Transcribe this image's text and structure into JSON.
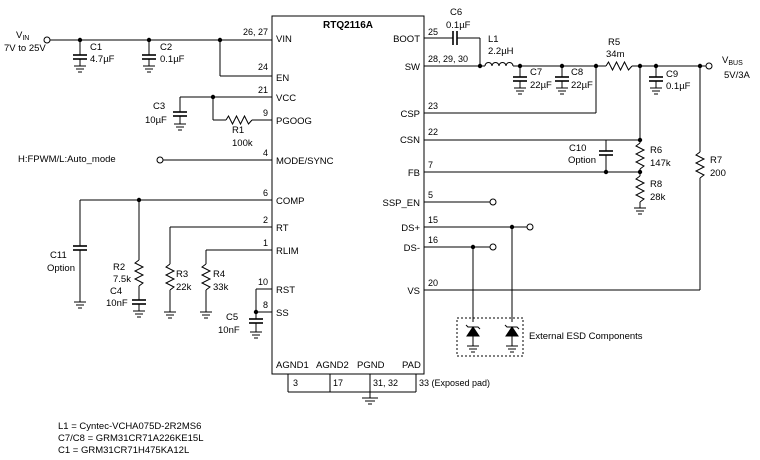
{
  "chip": {
    "name": "RTQ2116A",
    "left_pins": [
      {
        "num": "26, 27",
        "label": "VIN"
      },
      {
        "num": "24",
        "label": "EN"
      },
      {
        "num": "21",
        "label": "VCC"
      },
      {
        "num": "9",
        "label": "PGOOG"
      },
      {
        "num": "4",
        "label": "MODE/SYNC"
      },
      {
        "num": "6",
        "label": "COMP"
      },
      {
        "num": "2",
        "label": "RT"
      },
      {
        "num": "1",
        "label": "RLIM"
      },
      {
        "num": "10",
        "label": "RST"
      },
      {
        "num": "8",
        "label": "SS"
      }
    ],
    "right_pins": [
      {
        "num": "25",
        "label": "BOOT"
      },
      {
        "num": "28, 29, 30",
        "label": "SW"
      },
      {
        "num": "23",
        "label": "CSP"
      },
      {
        "num": "22",
        "label": "CSN"
      },
      {
        "num": "7",
        "label": "FB"
      },
      {
        "num": "5",
        "label": "SSP_EN"
      },
      {
        "num": "15",
        "label": "DS+"
      },
      {
        "num": "16",
        "label": "DS-"
      },
      {
        "num": "20",
        "label": "VS"
      }
    ],
    "bottom_pins": [
      {
        "num": "3",
        "label": "AGND1"
      },
      {
        "num": "17",
        "label": "AGND2"
      },
      {
        "num": "31, 32",
        "label": "PGND"
      },
      {
        "num": "33 (Exposed pad)",
        "label": "PAD"
      }
    ]
  },
  "vin": {
    "label": "V",
    "sub": "IN",
    "range": "7V to 25V"
  },
  "vbus": {
    "label": "V",
    "sub": "BUS",
    "rating": "5V/3A"
  },
  "mode_note": "H:FPWM/L:Auto_mode",
  "esd_label": "External ESD Components",
  "parts": {
    "C1": {
      "name": "C1",
      "value": "4.7µF"
    },
    "C2": {
      "name": "C2",
      "value": "0.1µF"
    },
    "C3": {
      "name": "C3",
      "value": "10µF"
    },
    "R1": {
      "name": "R1",
      "value": "100k"
    },
    "C6": {
      "name": "C6",
      "value": "0.1µF"
    },
    "L1": {
      "name": "L1",
      "value": "2.2µH"
    },
    "R5": {
      "name": "R5",
      "value": "34m"
    },
    "C7": {
      "name": "C7",
      "value": "22µF"
    },
    "C8": {
      "name": "C8",
      "value": "22µF"
    },
    "C9": {
      "name": "C9",
      "value": "0.1µF"
    },
    "C10": {
      "name": "C10",
      "value": "Option"
    },
    "R6": {
      "name": "R6",
      "value": "147k"
    },
    "R8": {
      "name": "R8",
      "value": "28k"
    },
    "R7": {
      "name": "R7",
      "value": "200"
    },
    "C11": {
      "name": "C11",
      "value": "Option"
    },
    "R2": {
      "name": "R2",
      "value": "7.5k"
    },
    "C4": {
      "name": "C4",
      "value": "10nF"
    },
    "R3": {
      "name": "R3",
      "value": "22k"
    },
    "R4": {
      "name": "R4",
      "value": "33k"
    },
    "C5": {
      "name": "C5",
      "value": "10nF"
    }
  },
  "notes": [
    "L1 = Cyntec-VCHA075D-2R2MS6",
    "C7/C8 = GRM31CR71A226KE15L",
    "C1 = GRM31CR71H475KA12L"
  ]
}
